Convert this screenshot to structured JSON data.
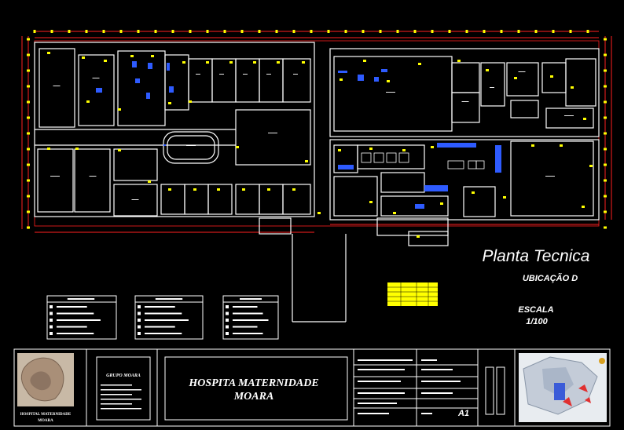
{
  "drawing": {
    "title": "Planta Tecnica",
    "subtitle": "UBICAÇÃO D",
    "scale_label": "ESCALA",
    "scale_value": "1/100"
  },
  "title_block": {
    "project_name_line1": "HOSPITA MATERNIDADE",
    "project_name_line2": "MOARA",
    "group_label": "GRUPO MOARA",
    "sheet_size": "A1",
    "thumbnail_caption_line1": "HOSPITAL MATERNIDADE",
    "thumbnail_caption_line2": "MOARA"
  },
  "colors": {
    "background": "#000000",
    "walls": "#ffffff",
    "dimension_lines": "#ff2020",
    "annotations": "#ffff00",
    "fixtures": "#2e5bff",
    "title_text": "#ffffff"
  }
}
